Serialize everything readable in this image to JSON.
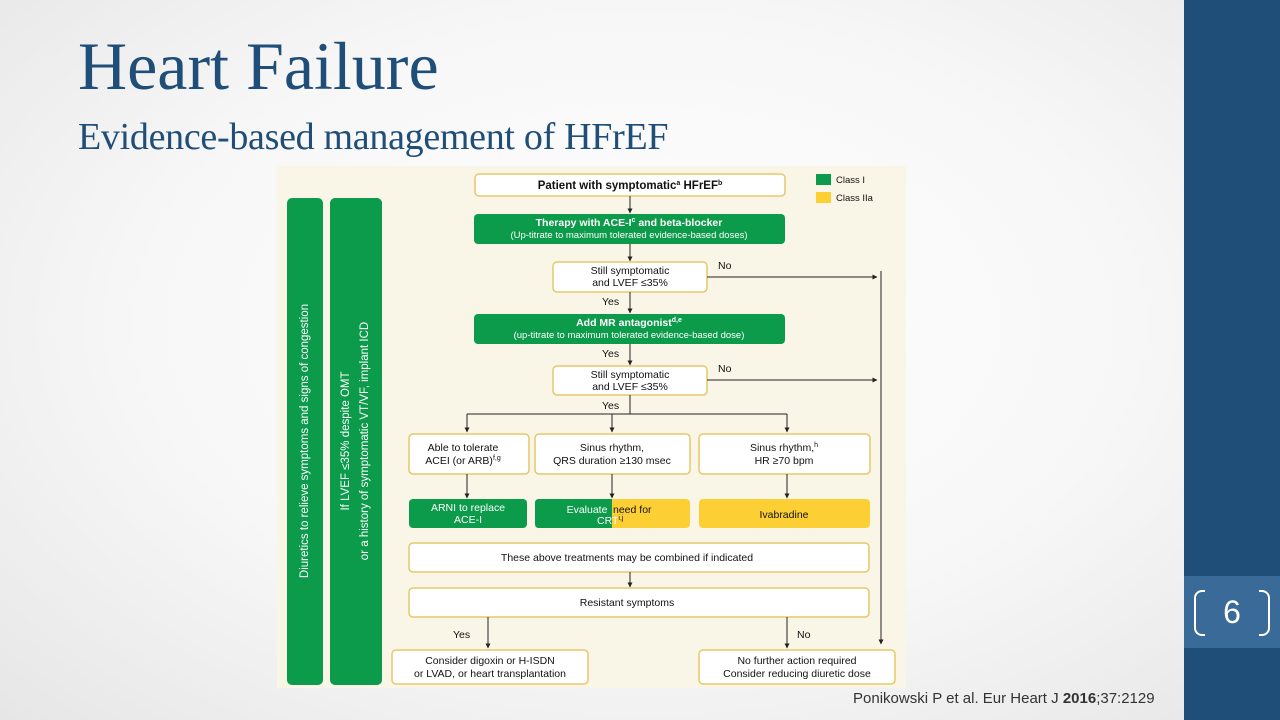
{
  "slide": {
    "title": "Heart Failure",
    "subtitle": "Evidence-based management of HFrEF",
    "page_number": "6",
    "citation": {
      "prefix": "Ponikowski P et al. Eur Heart J ",
      "year": "2016",
      "suffix": ";37:2129"
    }
  },
  "colors": {
    "brand_blue": "#1f4e79",
    "class_i_green": "#0c9a4b",
    "class_iia_yellow": "#fcd035"
  },
  "diagram": {
    "legend": {
      "class_i": "Class I",
      "class_iia": "Class IIa"
    },
    "side_bars": {
      "diuretics": "Diuretics to relieve symptoms and signs of congestion",
      "icd_line1": "If LVEF ≤35% despite OMT",
      "icd_line2": "or a history of symptomatic VT/VF, implant ICD"
    },
    "start": {
      "text": "Patient with symptomatic",
      "sup_a": "a",
      "text2": " HFrEF",
      "sup_b": "b"
    },
    "therapy1": {
      "line1": "Therapy with ACE-I",
      "sup": "c",
      "line1b": " and beta-blocker",
      "line2": "(Up-titrate to maximum tolerated evidence-based doses)"
    },
    "decision1": {
      "line1": "Still symptomatic",
      "line2": "and LVEF ≤35%",
      "yes": "Yes",
      "no": "No"
    },
    "therapy2": {
      "line1": "Add MR antagonist",
      "sup": "d,e",
      "line2": "(up-titrate to maximum tolerated evidence-based dose)"
    },
    "decision2": {
      "line1": "Still symptomatic",
      "line2": "and LVEF ≤35%",
      "yes": "Yes",
      "no": "No"
    },
    "branches": [
      {
        "line1": "Able to tolerate",
        "line2": "ACEI (or ARB)",
        "sup": "f,g"
      },
      {
        "line1": "Sinus rhythm,",
        "line2": "QRS duration ≥130 msec"
      },
      {
        "line1": "Sinus rhythm,",
        "sup": "h",
        "line2": "HR ≥70 bpm"
      }
    ],
    "treatments": {
      "arni_line1": "ARNI to replace",
      "arni_line2": "ACE-I",
      "crt_line1_a": "Evaluate",
      "crt_line1_b": "need for",
      "crt_line2": "CRT",
      "crt_sup": "i,j",
      "ivabradine": "Ivabradine"
    },
    "combined": "These above treatments may be combined if indicated",
    "resistant": "Resistant symptoms",
    "final": {
      "yes": "Yes",
      "no": "No",
      "left_line1": "Consider digoxin or H-ISDN",
      "left_line2": "or LVAD, or heart transplantation",
      "right_line1": "No further action required",
      "right_line2": "Consider reducing diuretic dose"
    }
  }
}
